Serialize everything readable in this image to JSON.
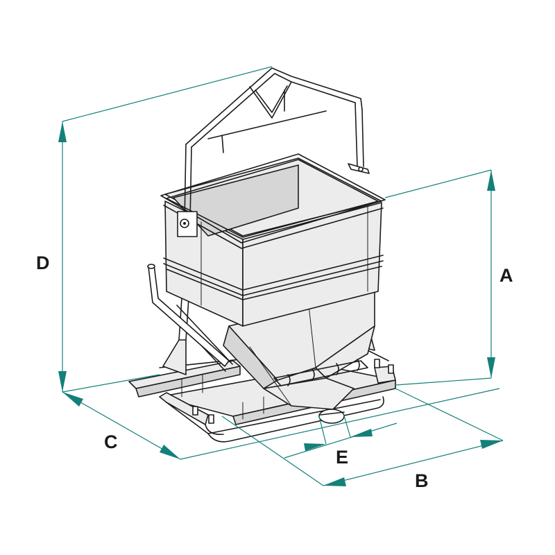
{
  "dimension_labels": {
    "a": "A",
    "b": "B",
    "c": "C",
    "d": "D",
    "e": "E"
  },
  "colors": {
    "dimension_line": "#138079",
    "outline": "#1b1b1b",
    "fill_light": "#ececec",
    "fill_dark": "#d6d6d6"
  }
}
